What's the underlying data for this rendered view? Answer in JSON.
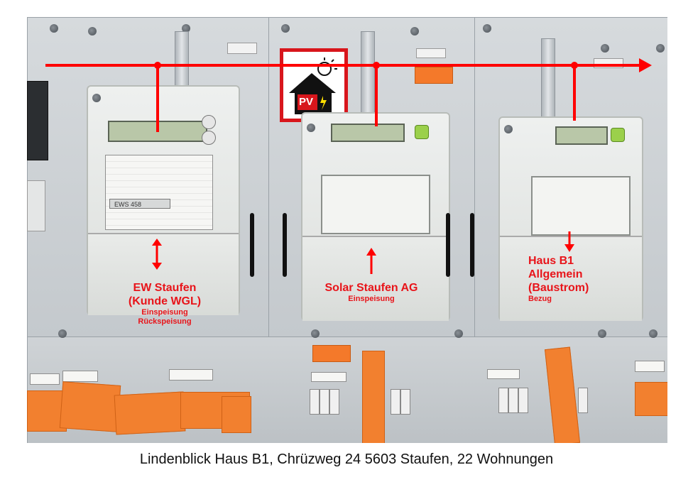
{
  "photo": {
    "sign_label": "PV",
    "wiring_color": "#ff0000",
    "meters": [
      {
        "id": "ew",
        "caption_lines": [
          "EW Staufen",
          "(Kunde WGL)"
        ],
        "sub_lines": [
          "Einspeisung",
          "Rückspeisung"
        ],
        "plate": "EWS      458",
        "arrow": "both"
      },
      {
        "id": "solar",
        "caption_lines": [
          "Solar Staufen AG"
        ],
        "sub_lines": [
          "Einspeisung"
        ],
        "arrow": "up"
      },
      {
        "id": "haus",
        "caption_lines": [
          "Haus B1",
          "Allgemein",
          "(Baustrom)"
        ],
        "sub_lines": [
          "Bezug"
        ],
        "arrow": "down"
      }
    ]
  },
  "caption": "Lindenblick Haus B1, Chrüzweg 24 5603 Staufen, 22 Wohnungen"
}
